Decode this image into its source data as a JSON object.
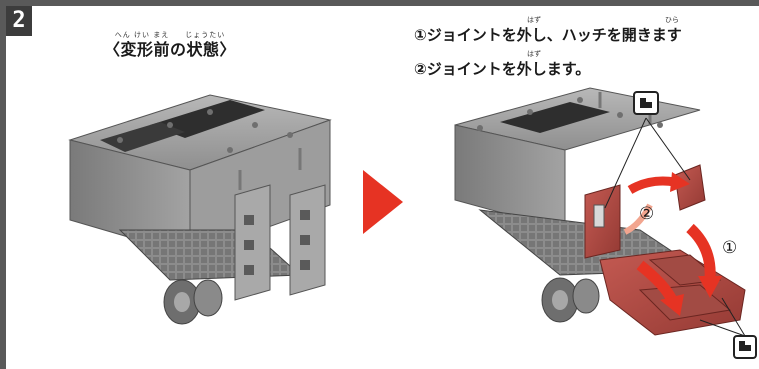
{
  "step": {
    "number": "2"
  },
  "before_state": {
    "ruby": "へん けい まえ　　じょうたい",
    "label": "〈変形前の状態〉"
  },
  "instructions": {
    "line1": "①ジョイントを外し、ハッチを開きます",
    "line1_ruby_hazu": "はず",
    "line1_ruby_hira": "ひら",
    "line2": "②ジョイントを外します。",
    "line2_ruby_hazu": "はず"
  },
  "callouts": {
    "marker_1": "①",
    "marker_2": "②"
  },
  "colors": {
    "frame": "#595959",
    "arrow_red": "#e63323",
    "part_gray": "#9a9a9a",
    "part_red": "#b5463f"
  },
  "icons": {
    "transition_arrow": "play-arrow-icon",
    "joint_part": "joint-part-icon"
  }
}
